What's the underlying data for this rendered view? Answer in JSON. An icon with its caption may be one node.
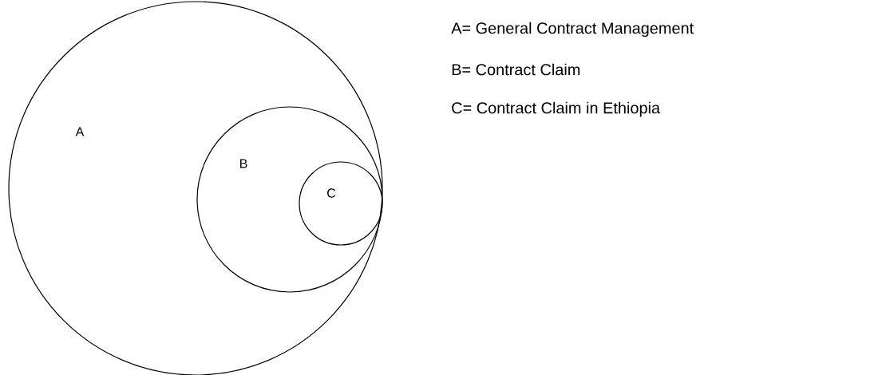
{
  "diagram": {
    "nodes": [
      {
        "text": [
          "A"
        ]
      },
      {
        "text": [
          "B"
        ],
        "in": 0
      },
      {
        "text": [
          "C"
        ],
        "in": 1
      }
    ],
    "labels": [
      "A= General Contract Management",
      "B= Contract Claim",
      "C= Contract Claim in Ethiopia"
    ]
  }
}
